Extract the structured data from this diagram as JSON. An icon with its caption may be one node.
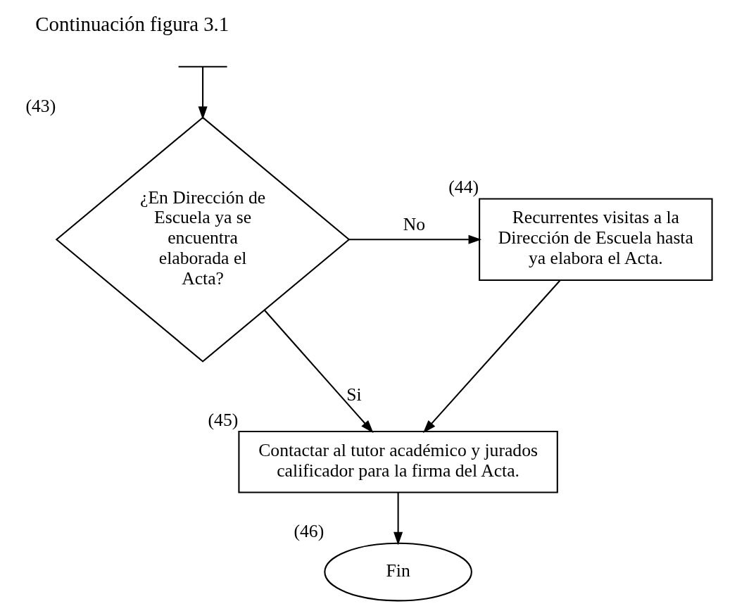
{
  "diagram": {
    "title": "Continuación figura 3.1",
    "nodes": [
      {
        "text": [],
        "shape": "wave"
      },
      {
        "text": [
          "¿En Dirección de Escuela ya se encuentra elaborada el Acta?"
        ],
        "beside": [
          "(43)"
        ]
      },
      {
        "text": [
          "Recurrentes visitas a la Dirección de Escuela hasta ya elabora el Acta."
        ],
        "beside": [
          "(44)"
        ]
      },
      {
        "text": [
          "Contactar al tutor académico y jurados calificador para la firma del Acta."
        ],
        "beside": [
          "(45)"
        ]
      },
      {
        "text": [
          "Fin"
        ],
        "beside": [
          "(46)"
        ]
      }
    ],
    "edges": [
      {
        "from": 0,
        "to": 1,
        "arrow": "to"
      },
      {
        "from": 1,
        "to": 2,
        "arrow": "to",
        "label": "No"
      },
      {
        "from": 1,
        "to": 3,
        "arrow": "to",
        "label": "Si"
      },
      {
        "from": 2,
        "to": 3,
        "arrow": "to"
      },
      {
        "from": 3,
        "to": 4,
        "arrow": "to"
      }
    ]
  }
}
